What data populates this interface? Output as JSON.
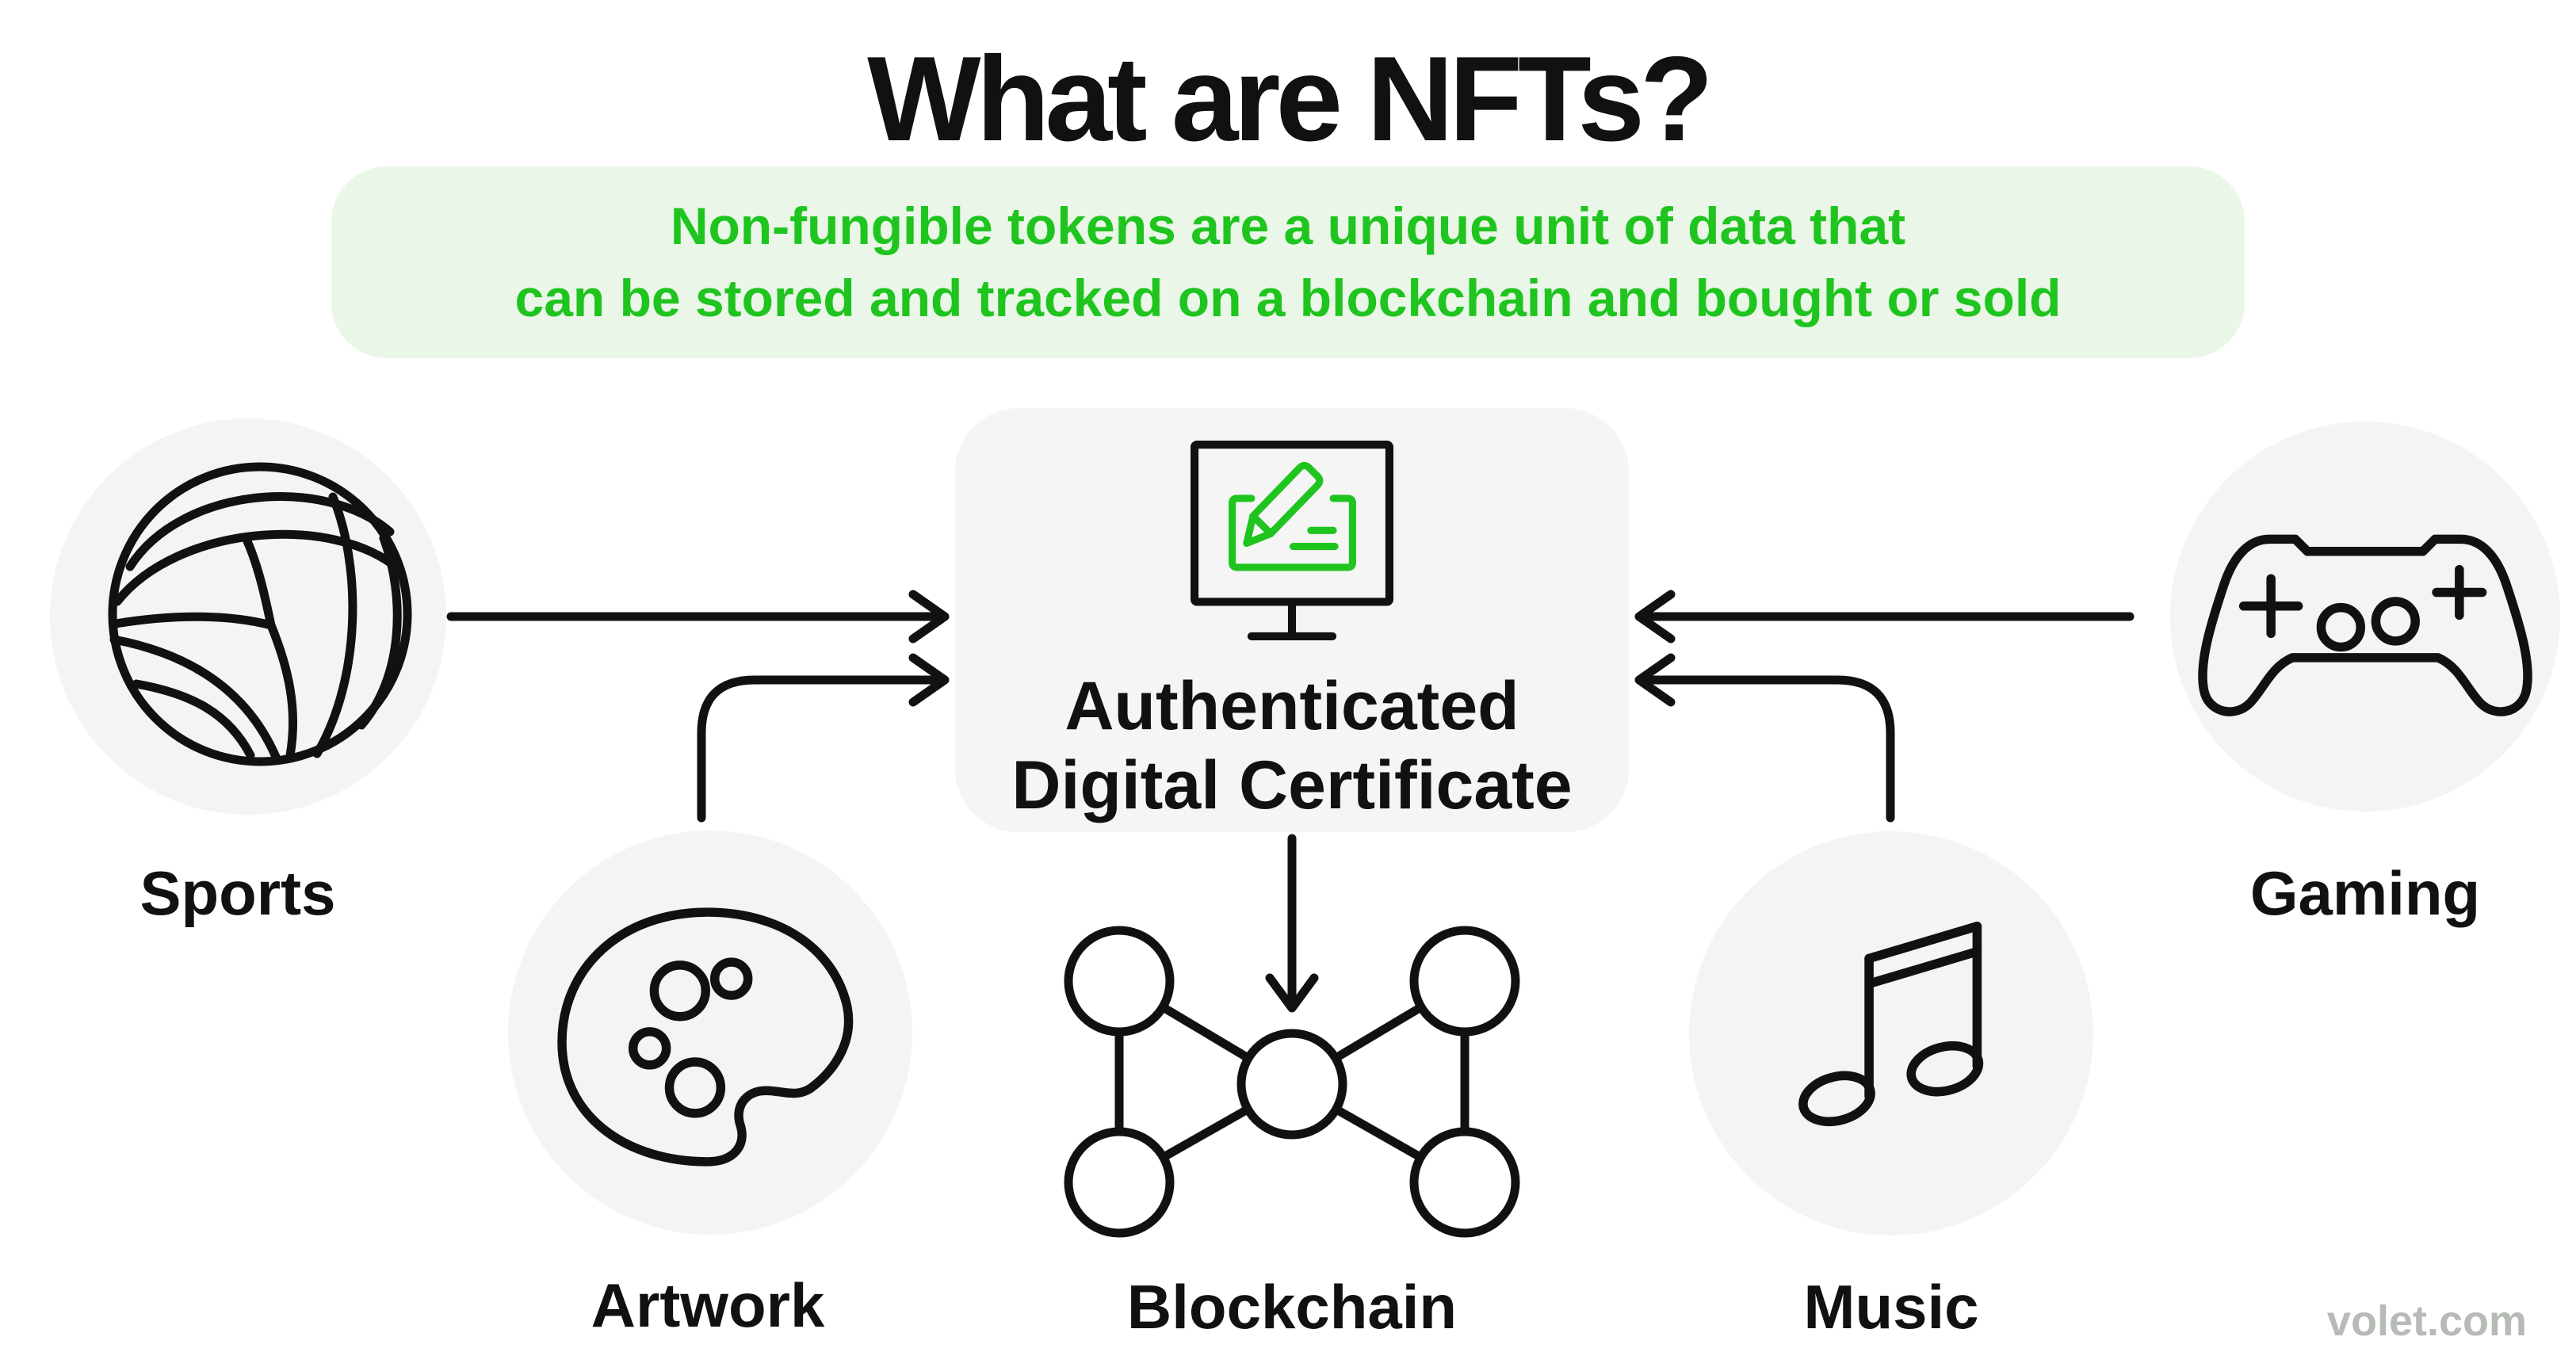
{
  "title": "What are NFTs?",
  "subtitle": {
    "line1": "Non-fungible tokens are a unique unit of data that",
    "line2": "can be stored and tracked on a blockchain and bought or sold"
  },
  "center_card": {
    "icon": "certificate-monitor-icon",
    "line1": "Authenticated",
    "line2": "Digital Certificate"
  },
  "categories": [
    {
      "id": "sports",
      "label": "Sports",
      "icon": "volleyball-icon"
    },
    {
      "id": "artwork",
      "label": "Artwork",
      "icon": "paint-palette-icon"
    },
    {
      "id": "blockchain",
      "label": "Blockchain",
      "icon": "network-nodes-icon"
    },
    {
      "id": "music",
      "label": "Music",
      "icon": "music-note-icon"
    },
    {
      "id": "gaming",
      "label": "Gaming",
      "icon": "game-controller-icon"
    }
  ],
  "arrows": [
    "sports-to-certificate",
    "artwork-to-certificate",
    "gaming-to-certificate",
    "music-to-certificate",
    "certificate-to-blockchain"
  ],
  "watermark": "volet.com",
  "colors": {
    "accent_green": "#1FC41F",
    "banner_green_bg": "#EAF6E7",
    "circle_gray": "#F4F4F4",
    "card_gray": "#F5F5F5",
    "ink": "#111111",
    "watermark_gray": "#B6BBB6"
  }
}
